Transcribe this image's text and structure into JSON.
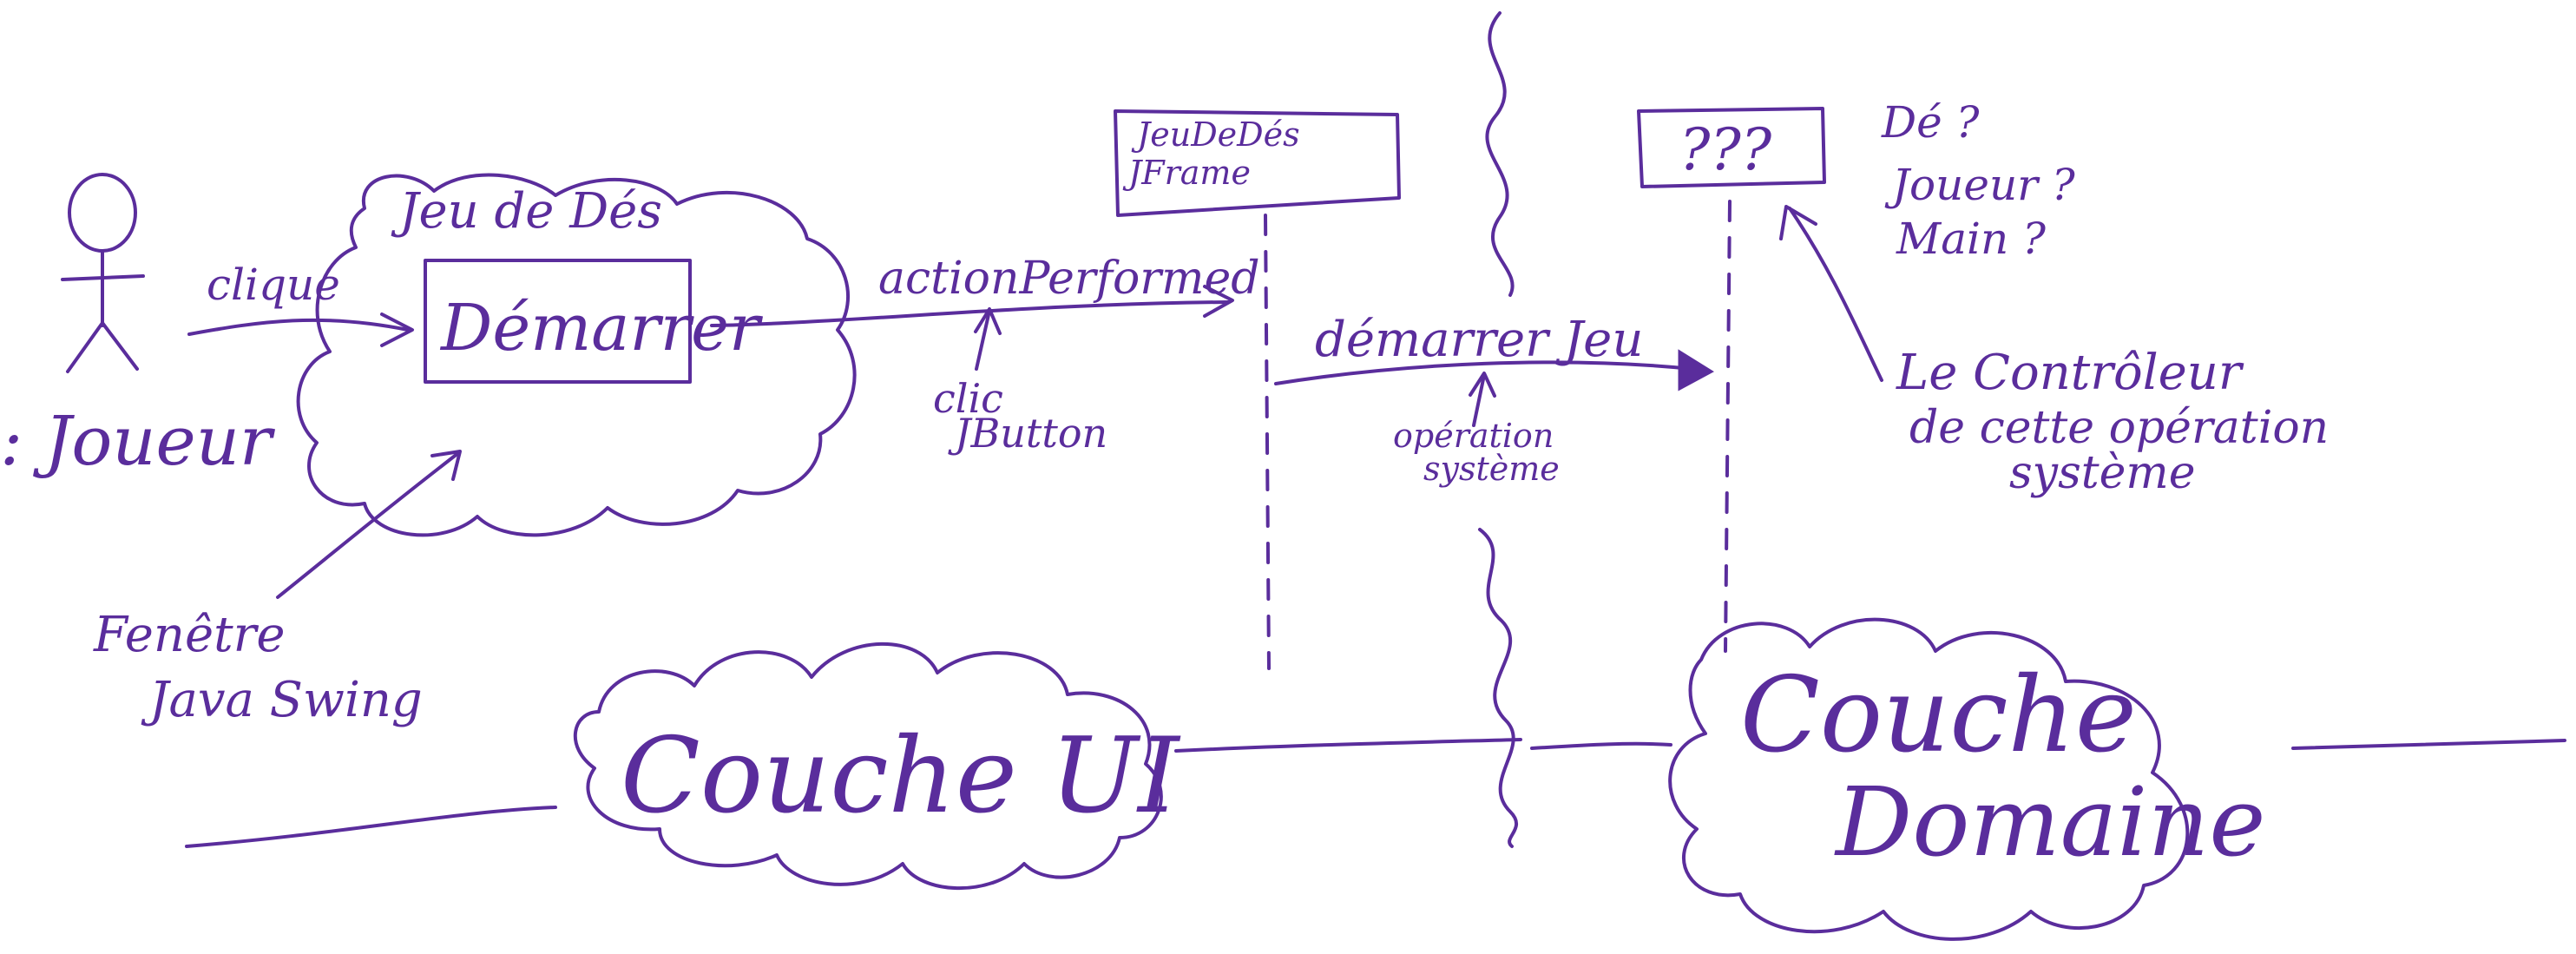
{
  "colors": {
    "ink": "#5a2d9c",
    "background": "#ffffff"
  },
  "actor": {
    "name": ": Joueur"
  },
  "ui_window": {
    "title": "Jeu de Dés",
    "button_label": "Démarrer"
  },
  "labels": {
    "clique": "clique",
    "action_performed": "actionPerformed",
    "clic_jbutton_line1": "clic",
    "clic_jbutton_line2": "JButton",
    "fenetre_line1": "Fenêtre",
    "fenetre_line2": "Java Swing",
    "demarrer_jeu": "démarrer Jeu",
    "operation_line1": "opération",
    "operation_line2": "système"
  },
  "jframe_box": {
    "line1": "JeuDeDés",
    "line2": "JFrame"
  },
  "unknown_box": {
    "label": "???"
  },
  "questions": [
    "Dé ?",
    "Joueur ?",
    "Main ?"
  ],
  "controller_note": {
    "line1": "Le Contrôleur",
    "line2": "de cette opération",
    "line3": "système"
  },
  "layers": {
    "ui": "Couche UI",
    "domain_line1": "Couche",
    "domain_line2": "Domaine"
  }
}
